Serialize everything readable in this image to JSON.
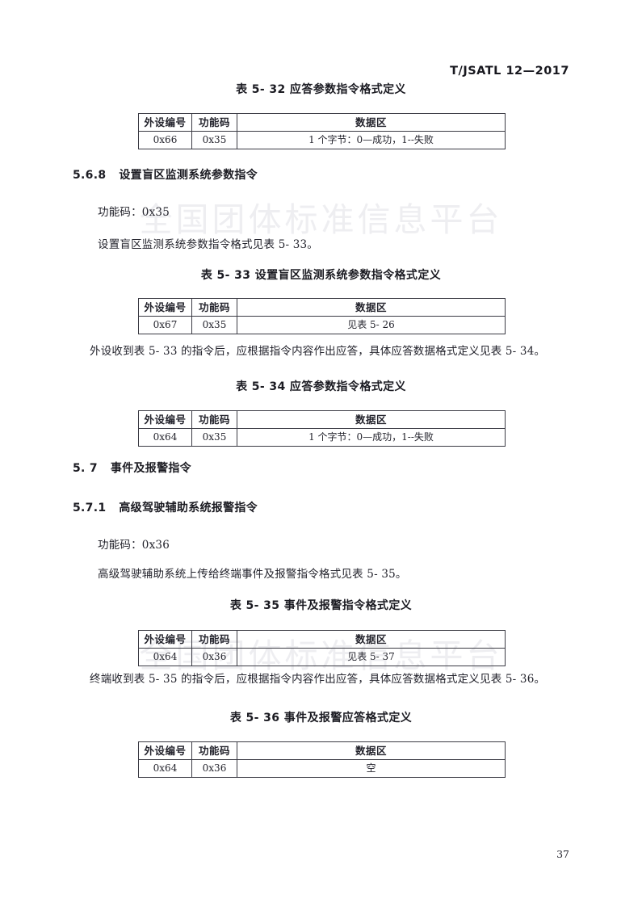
{
  "page": {
    "header": "T/JSATL 12—2017",
    "page_number": "37",
    "watermark": "全国团体标准信息平台"
  },
  "tables": [
    {
      "caption": "表 5- 32 应答参数指令格式定义",
      "headers": [
        "外设编号",
        "功能码",
        "数据区"
      ],
      "rows": [
        [
          "0x66",
          "0x35",
          "1 个字节：0—成功，1--失败"
        ]
      ]
    },
    {
      "caption": "表 5- 33 设置盲区监测系统参数指令格式定义",
      "headers": [
        "外设编号",
        "功能码",
        "数据区"
      ],
      "rows": [
        [
          "0x67",
          "0x35",
          "见表 5- 26"
        ]
      ]
    },
    {
      "caption": "表 5- 34 应答参数指令格式定义",
      "headers": [
        "外设编号",
        "功能码",
        "数据区"
      ],
      "rows": [
        [
          "0x64",
          "0x35",
          "1 个字节：0—成功，1--失败"
        ]
      ]
    },
    {
      "caption": "表 5- 35 事件及报警指令格式定义",
      "headers": [
        "外设编号",
        "功能码",
        "数据区"
      ],
      "rows": [
        [
          "0x64",
          "0x36",
          "见表 5- 37"
        ]
      ]
    },
    {
      "caption": "表 5- 36 事件及报警应答格式定义",
      "headers": [
        "外设编号",
        "功能码",
        "数据区"
      ],
      "rows": [
        [
          "0x64",
          "0x36",
          "空"
        ]
      ]
    }
  ],
  "sections": [
    {
      "number": "5.6.8",
      "title": "设置盲区监测系统参数指令"
    },
    {
      "number": "5. 7",
      "title": "事件及报警指令"
    },
    {
      "number": "5.7.1",
      "title": "高级驾驶辅助系统报警指令"
    }
  ],
  "paragraphs": {
    "func_code_35": "功能码：0x35",
    "format_ref_33": "设置盲区监测系统参数指令格式见表 5- 33。",
    "response_note_33": "外设收到表 5- 33 的指令后，应根据指令内容作出应答，具体应答数据格式定义见表 5- 34。",
    "func_code_36": "功能码：0x36",
    "format_ref_35": "高级驾驶辅助系统上传给终端事件及报警指令格式见表 5- 35。",
    "response_note_35": "终端收到表 5- 35 的指令后，应根据指令内容作出应答，具体应答数据格式定义见表 5- 36。"
  }
}
